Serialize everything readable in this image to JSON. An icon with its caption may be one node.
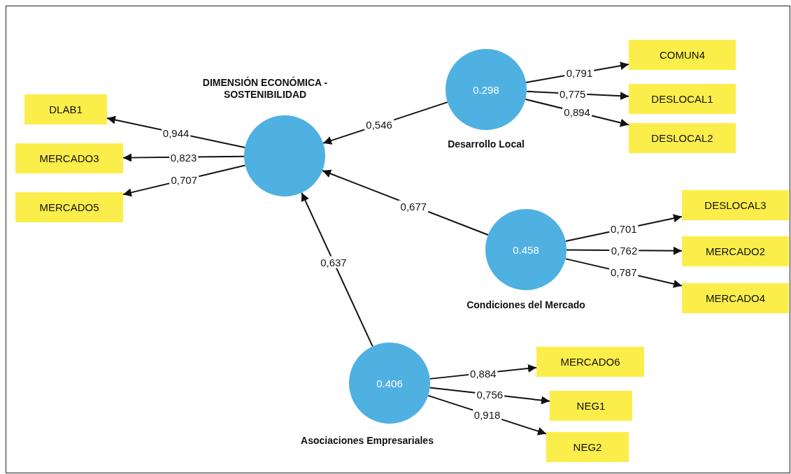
{
  "diagram": {
    "nodes": [
      {
        "text": [
          "DIMENSIÓN ECONÓMICA - SOSTENIBILIDAD"
        ]
      },
      {
        "text": [
          "0.298",
          "Desarrollo Local"
        ]
      },
      {
        "text": [
          "0.458",
          "Condiciones del Mercado"
        ]
      },
      {
        "text": [
          "0.406",
          "Asociaciones Empresariales"
        ]
      },
      {
        "text": [
          "DLAB1"
        ]
      },
      {
        "text": [
          "MERCADO3"
        ]
      },
      {
        "text": [
          "MERCADO5"
        ]
      },
      {
        "text": [
          "COMUN4"
        ]
      },
      {
        "text": [
          "DESLOCAL1"
        ]
      },
      {
        "text": [
          "DESLOCAL2"
        ]
      },
      {
        "text": [
          "DESLOCAL3"
        ]
      },
      {
        "text": [
          "MERCADO2"
        ]
      },
      {
        "text": [
          "MERCADO4"
        ]
      },
      {
        "text": [
          "MERCADO6"
        ]
      },
      {
        "text": [
          "NEG1"
        ]
      },
      {
        "text": [
          "NEG2"
        ]
      }
    ],
    "edges": [
      {
        "from": 0,
        "to": 4,
        "arrow": "to",
        "label": "0,944"
      },
      {
        "from": 0,
        "to": 5,
        "arrow": "to",
        "label": "0,823"
      },
      {
        "from": 0,
        "to": 6,
        "arrow": "to",
        "label": "0,707"
      },
      {
        "from": 1,
        "to": 0,
        "arrow": "to",
        "label": "0,546"
      },
      {
        "from": 1,
        "to": 7,
        "arrow": "to",
        "label": "0,791"
      },
      {
        "from": 1,
        "to": 8,
        "arrow": "to",
        "label": "0,775"
      },
      {
        "from": 1,
        "to": 9,
        "arrow": "to",
        "label": "0,894"
      },
      {
        "from": 2,
        "to": 0,
        "arrow": "to",
        "label": "0,677"
      },
      {
        "from": 2,
        "to": 10,
        "arrow": "to",
        "label": "0,701"
      },
      {
        "from": 2,
        "to": 11,
        "arrow": "to",
        "label": "0,762"
      },
      {
        "from": 2,
        "to": 12,
        "arrow": "to",
        "label": "0,787"
      },
      {
        "from": 3,
        "to": 0,
        "arrow": "to",
        "label": "0,637"
      },
      {
        "from": 3,
        "to": 13,
        "arrow": "to",
        "label": "0,884"
      },
      {
        "from": 3,
        "to": 14,
        "arrow": "to",
        "label": "0,756"
      },
      {
        "from": 3,
        "to": 15,
        "arrow": "to",
        "label": "0,918"
      }
    ]
  }
}
